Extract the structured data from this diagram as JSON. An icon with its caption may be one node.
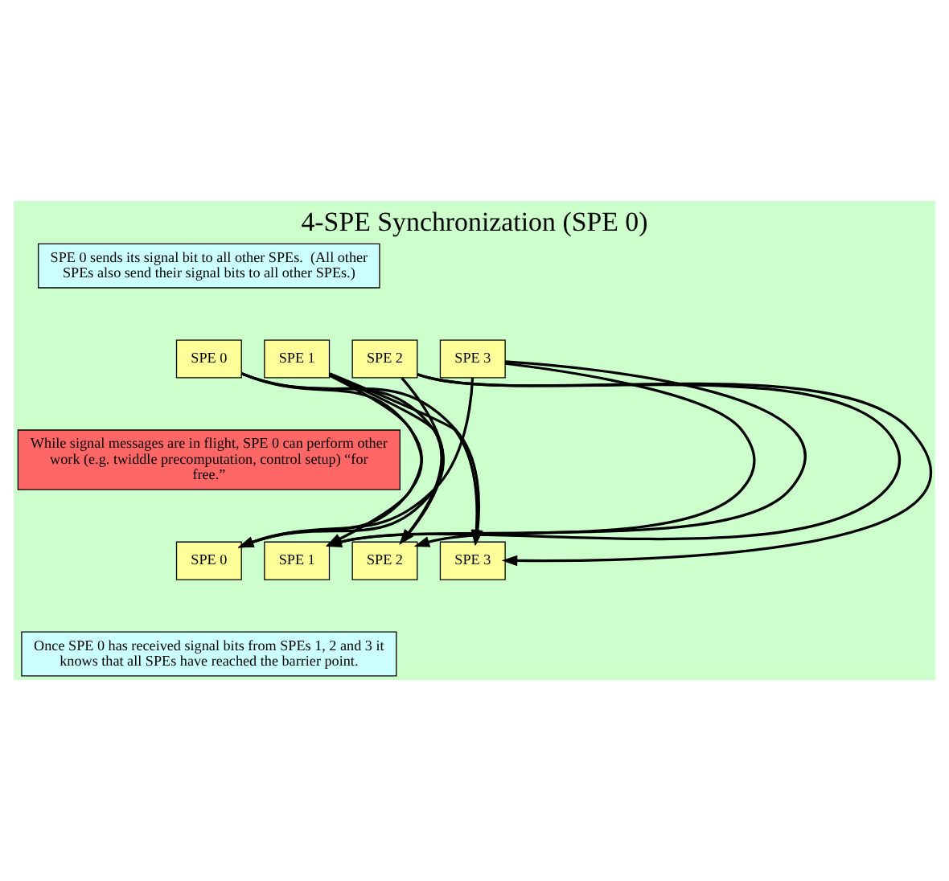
{
  "diagram": {
    "title": "4-SPE Synchronization (SPE 0)",
    "nodes": [
      {
        "text": [
          "SPE 0 sends its signal bit to all other SPEs.  (All other SPEs also send their signal bits to all other SPEs.)"
        ]
      },
      {
        "text": [
          "SPE 0"
        ]
      },
      {
        "text": [
          "SPE 1"
        ]
      },
      {
        "text": [
          "SPE 2"
        ]
      },
      {
        "text": [
          "SPE 3"
        ]
      },
      {
        "text": [
          "While signal messages are in flight, SPE 0 can perform other work (e.g. twiddle precomputation, control setup) “for free.”"
        ]
      },
      {
        "text": [
          "SPE 0"
        ]
      },
      {
        "text": [
          "SPE 1"
        ]
      },
      {
        "text": [
          "SPE 2"
        ]
      },
      {
        "text": [
          "SPE 3"
        ]
      },
      {
        "text": [
          "Once SPE 0 has received signal bits from SPEs 1, 2 and 3 it knows that all SPEs have reached the barrier point."
        ]
      }
    ],
    "edges": [
      {
        "from": 1,
        "to": 7,
        "arrow": "to"
      },
      {
        "from": 1,
        "to": 8,
        "arrow": "to"
      },
      {
        "from": 1,
        "to": 9,
        "arrow": "to"
      },
      {
        "from": 2,
        "to": 6,
        "arrow": "to"
      },
      {
        "from": 2,
        "to": 8,
        "arrow": "to"
      },
      {
        "from": 2,
        "to": 9,
        "arrow": "to"
      },
      {
        "from": 3,
        "to": 6,
        "arrow": "to"
      },
      {
        "from": 3,
        "to": 7,
        "arrow": "to"
      },
      {
        "from": 3,
        "to": 9,
        "arrow": "to"
      },
      {
        "from": 4,
        "to": 6,
        "arrow": "to"
      },
      {
        "from": 4,
        "to": 7,
        "arrow": "to"
      },
      {
        "from": 4,
        "to": 8,
        "arrow": "to"
      }
    ]
  }
}
